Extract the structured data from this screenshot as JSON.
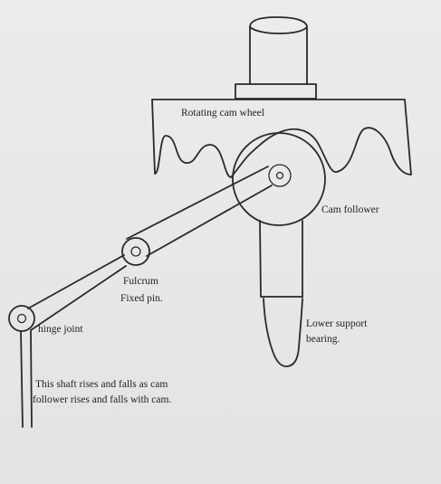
{
  "labels": {
    "cam_wheel": "Rotating cam wheel",
    "cam_follower": "Cam follower",
    "fulcrum_line1": "Fulcrum",
    "fulcrum_line2": "Fixed pin.",
    "hinge": "hinge joint",
    "bearing_line1": "Lower support",
    "bearing_line2": "bearing.",
    "shaft_line1": "This shaft rises and falls as cam",
    "shaft_line2": "follower rises and falls with cam."
  },
  "colors": {
    "paper": "#e7e7e7",
    "ink": "#2a2a2a"
  }
}
